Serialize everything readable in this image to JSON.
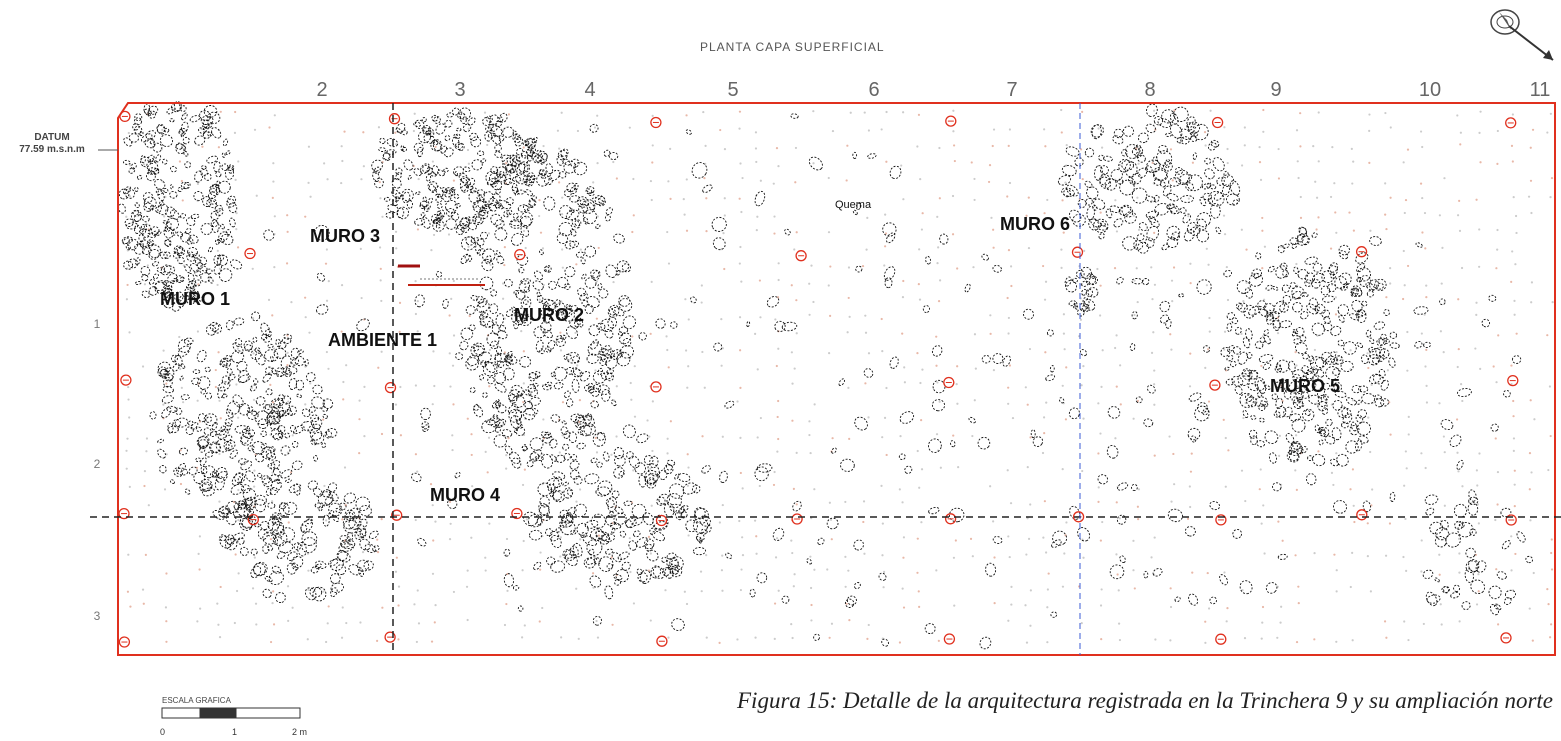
{
  "title": "PLANTA CAPA SUPERFICIAL",
  "datum": {
    "label": "DATUM",
    "value": "77.59 m.s.n.m"
  },
  "grid": {
    "columns": [
      "2",
      "3",
      "4",
      "5",
      "6",
      "7",
      "8",
      "9",
      "10",
      "11"
    ],
    "rows": [
      "1",
      "2",
      "3"
    ]
  },
  "labels": {
    "muro1": "MURO 1",
    "muro2": "MURO 2",
    "muro3": "MURO 3",
    "muro4": "MURO 4",
    "muro5": "MURO 5",
    "muro6": "MURO 6",
    "ambiente1": "AMBIENTE 1",
    "quema": "Quema"
  },
  "scale": {
    "title": "ESCALA GRAFICA",
    "ticks": [
      "0",
      "1",
      "2 m"
    ]
  },
  "caption": "Figura 15: Detalle de la arquitectura registrada en la Trinchera 9 y su ampliación norte",
  "colors": {
    "trench_outline": "#e0301e",
    "stone_outline": "#111111",
    "grid_line": "#222222",
    "blue_line": "#3b5bd6",
    "datum_point": "#e0301e"
  },
  "icons": [
    "north-arrow-icon"
  ]
}
